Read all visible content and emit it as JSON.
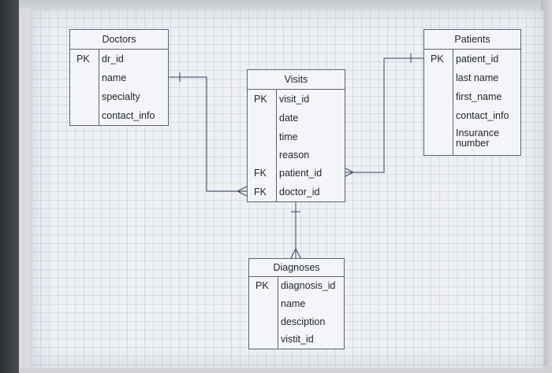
{
  "entities": {
    "doctors": {
      "title": "Doctors",
      "rows": [
        {
          "key": "PK",
          "field": "dr_id"
        },
        {
          "key": "",
          "field": "name"
        },
        {
          "key": "",
          "field": "specialty"
        },
        {
          "key": "",
          "field": "contact_info"
        }
      ]
    },
    "patients": {
      "title": "Patients",
      "rows": [
        {
          "key": "PK",
          "field": "patient_id"
        },
        {
          "key": "",
          "field": "last name"
        },
        {
          "key": "",
          "field": "first_name"
        },
        {
          "key": "",
          "field": "contact_info"
        },
        {
          "key": "",
          "field": "Insurance number"
        }
      ]
    },
    "visits": {
      "title": "Visits",
      "rows": [
        {
          "key": "PK",
          "field": "visit_id"
        },
        {
          "key": "",
          "field": "date"
        },
        {
          "key": "",
          "field": "time"
        },
        {
          "key": "",
          "field": "reason"
        },
        {
          "key": "FK",
          "field": "patient_id"
        },
        {
          "key": "FK",
          "field": "doctor_id"
        }
      ]
    },
    "diagnoses": {
      "title": "Diagnoses",
      "rows": [
        {
          "key": "PK",
          "field": "diagnosis_id"
        },
        {
          "key": "",
          "field": "name"
        },
        {
          "key": "",
          "field": "desciption"
        },
        {
          "key": "",
          "field": "vistit_id"
        }
      ]
    }
  },
  "relationships": [
    {
      "from": "doctors",
      "to": "visits",
      "from_end": "one",
      "to_end": "many"
    },
    {
      "from": "patients",
      "to": "visits",
      "from_end": "one",
      "to_end": "many"
    },
    {
      "from": "visits",
      "to": "diagnoses",
      "from_end": "one",
      "to_end": "many"
    }
  ]
}
